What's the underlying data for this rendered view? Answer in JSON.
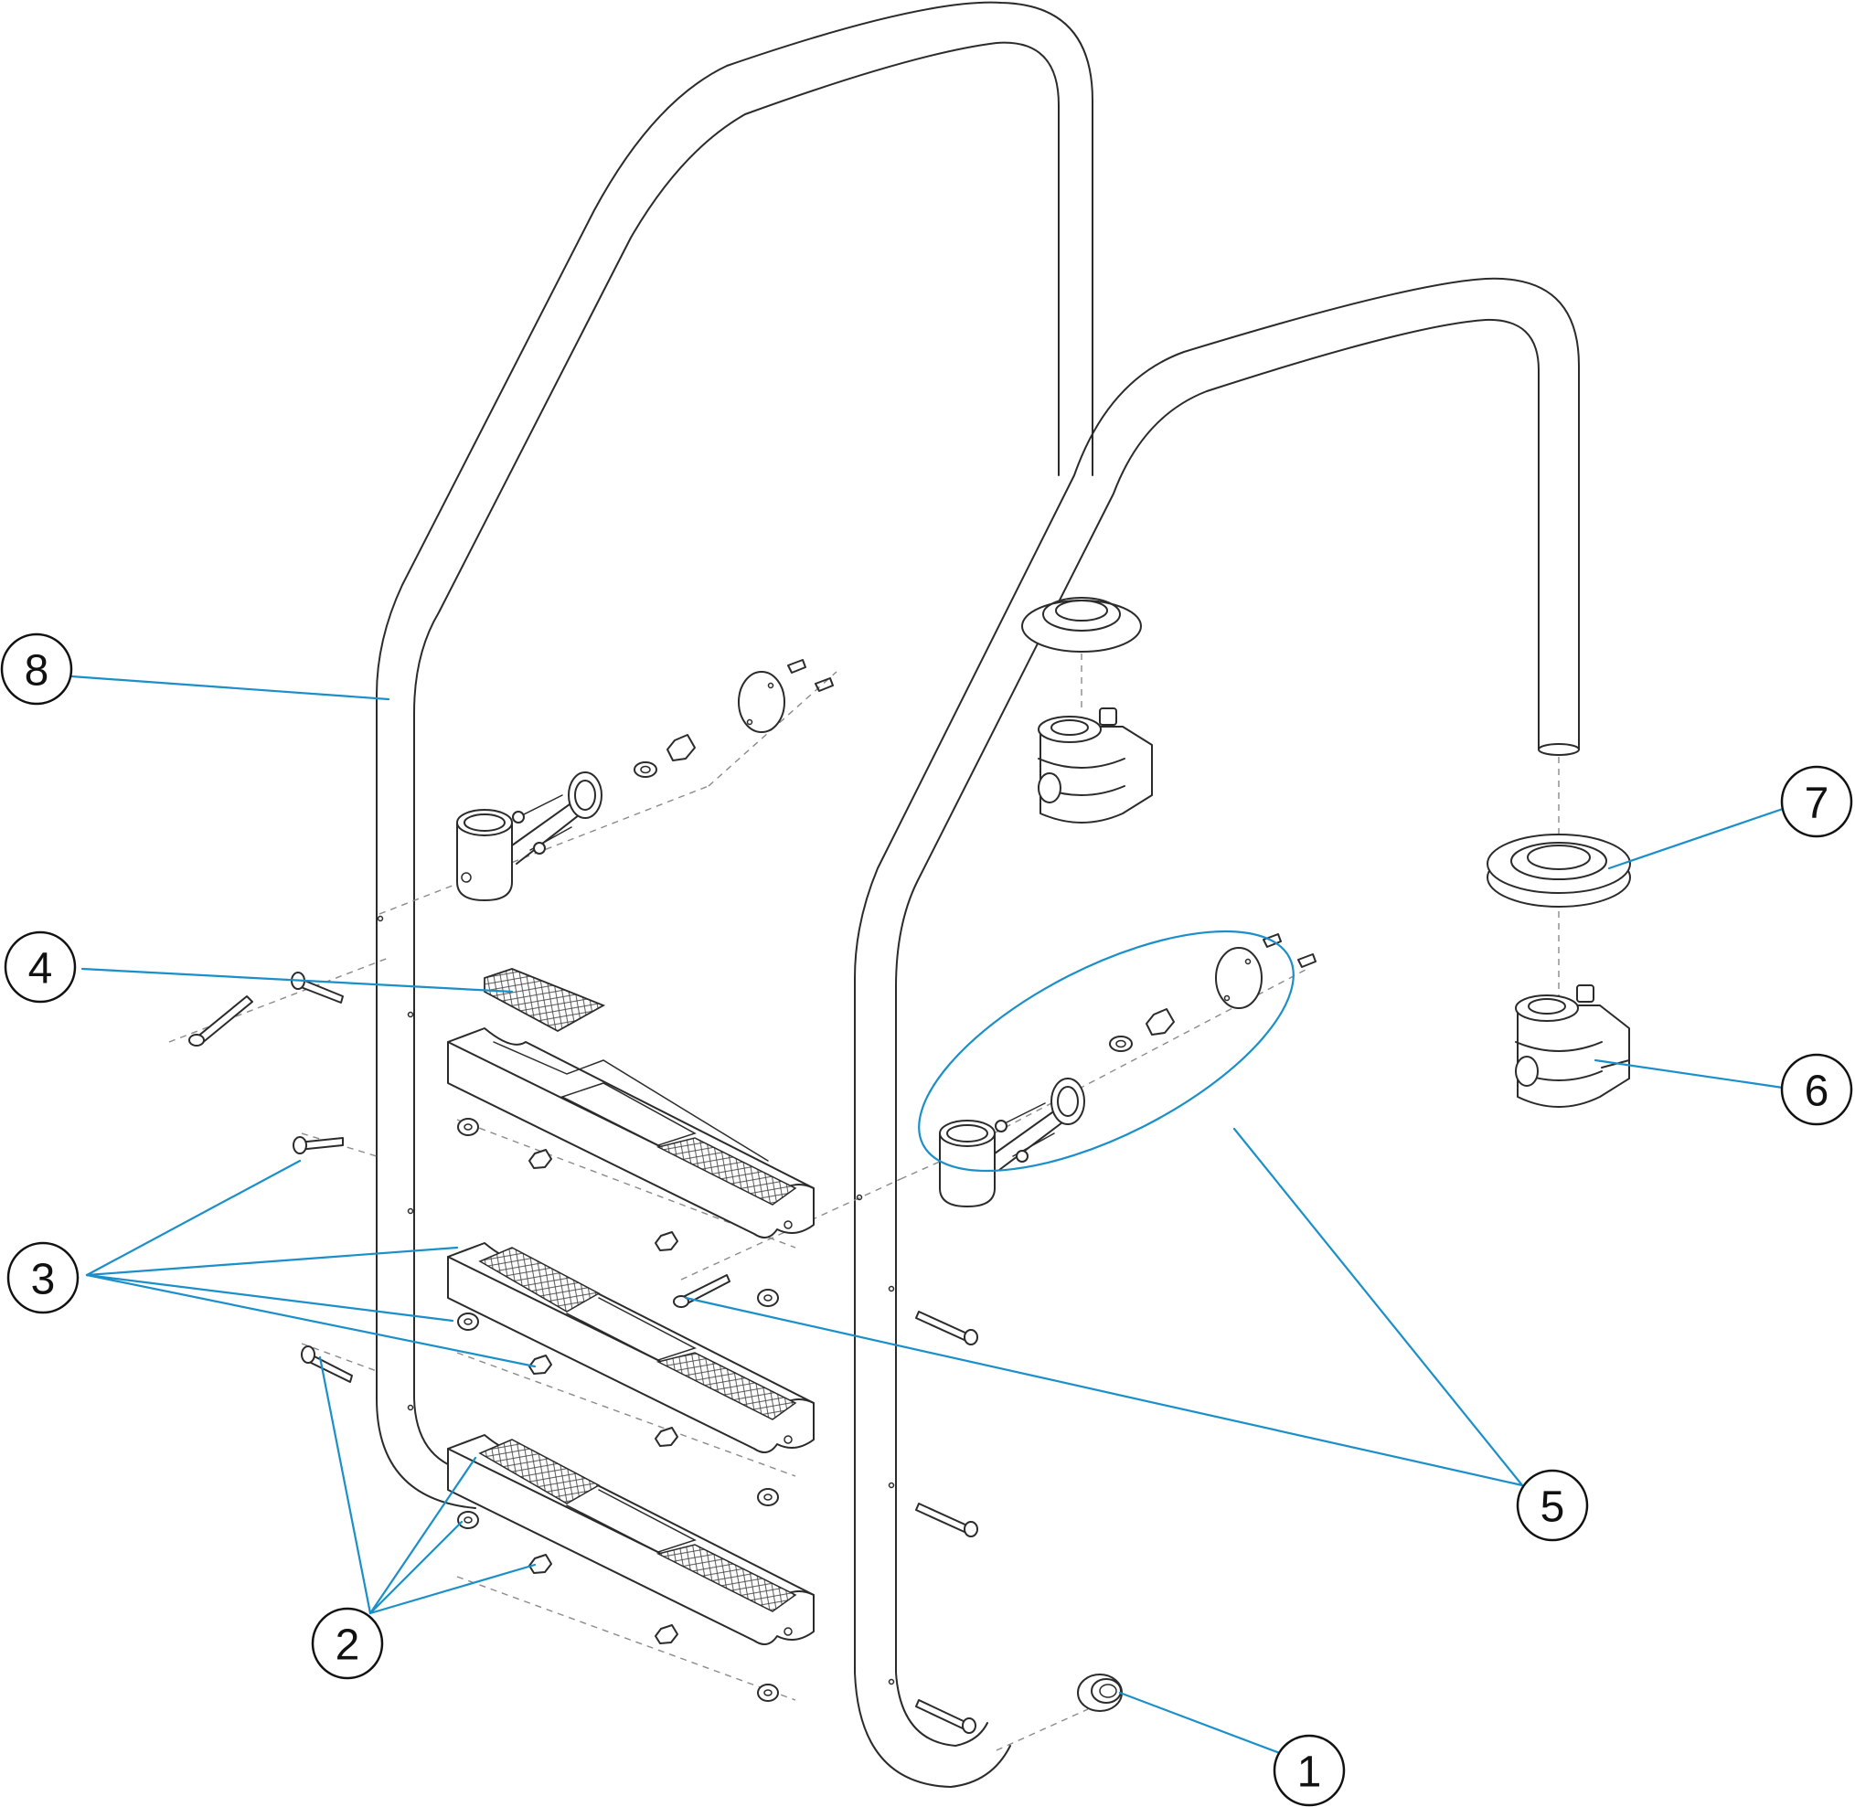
{
  "callouts": [
    {
      "id": "1",
      "label": "1"
    },
    {
      "id": "2",
      "label": "2"
    },
    {
      "id": "3",
      "label": "3"
    },
    {
      "id": "4",
      "label": "4"
    },
    {
      "id": "5",
      "label": "5"
    },
    {
      "id": "6",
      "label": "6"
    },
    {
      "id": "7",
      "label": "7"
    },
    {
      "id": "8",
      "label": "8"
    }
  ],
  "colors": {
    "line": "#2b2b2b",
    "leader": "#1a8fc9",
    "background": "#ffffff"
  }
}
